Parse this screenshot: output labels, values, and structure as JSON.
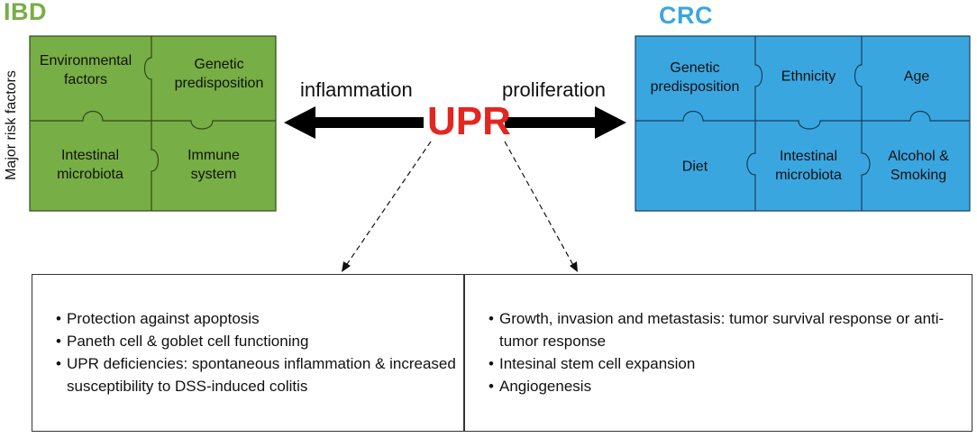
{
  "ibd": {
    "title": "IBD",
    "side_label": "Major risk factors",
    "pieces": [
      {
        "label": "Environmental factors",
        "color": "#77ae45"
      },
      {
        "label": "Genetic predisposition",
        "color": "#77ae45"
      },
      {
        "label": "Intestinal microbiota",
        "color": "#77ae45"
      },
      {
        "label": "Immune system",
        "color": "#77ae45"
      }
    ]
  },
  "crc": {
    "title": "CRC",
    "pieces": [
      {
        "label": "Genetic predisposition",
        "color": "#3aa6e0"
      },
      {
        "label": "Ethnicity",
        "color": "#3aa6e0"
      },
      {
        "label": "Age",
        "color": "#3aa6e0"
      },
      {
        "label": "Diet",
        "color": "#3aa6e0"
      },
      {
        "label": "Intestinal microbiota",
        "color": "#3aa6e0"
      },
      {
        "label": "Alcohol & Smoking",
        "color": "#3aa6e0"
      }
    ]
  },
  "center": {
    "upr": "UPR",
    "upr_color": "#e32620",
    "left_arrow_label": "inflammation",
    "right_arrow_label": "proliferation"
  },
  "box": {
    "left_items": [
      "Protection against apoptosis",
      "Paneth cell & goblet cell functioning",
      "UPR deficiencies: spontaneous inflammation & increased susceptibility to DSS-induced colitis"
    ],
    "right_items": [
      "Growth, invasion and metastasis: tumor survival response or anti-tumor response",
      "Intesinal stem cell expansion",
      "Angiogenesis"
    ]
  }
}
